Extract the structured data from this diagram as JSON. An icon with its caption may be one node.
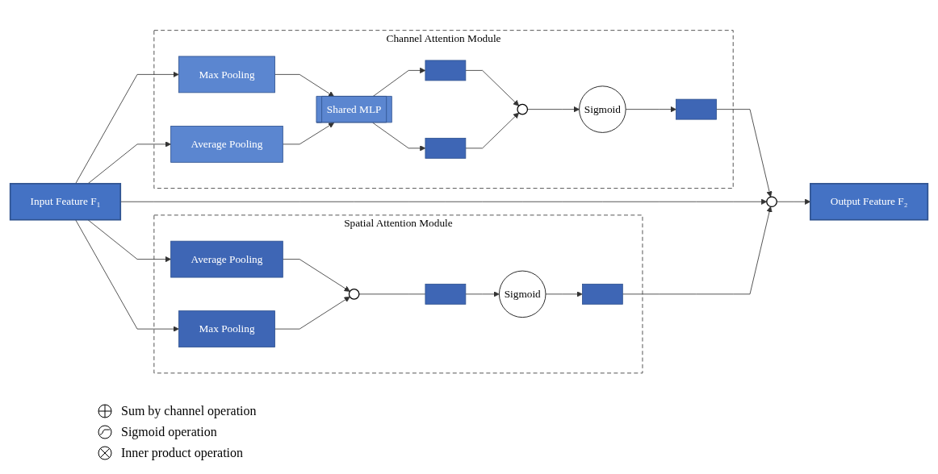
{
  "diagram": {
    "nodes": [
      {
        "text": [
          "Input Feature F₁"
        ]
      },
      {
        "text": [
          "Channel Attention Module"
        ]
      },
      {
        "text": [
          "Max Pooling"
        ],
        "in": 1
      },
      {
        "text": [
          "Average Pooling"
        ],
        "in": 1
      },
      {
        "text": [
          "Shared MLP"
        ],
        "in": 1
      },
      {
        "text": [],
        "shape": "bar",
        "in": 1
      },
      {
        "text": [],
        "shape": "bar",
        "in": 1
      },
      {
        "text": [],
        "shape": "circle",
        "in": 1
      },
      {
        "text": [
          "Sigmoid"
        ],
        "in": 1
      },
      {
        "text": [],
        "shape": "bar",
        "in": 1
      },
      {
        "text": [],
        "shape": "circle"
      },
      {
        "text": [
          "Output Feature F₂"
        ]
      },
      {
        "text": [
          "Spatial Attention Module"
        ]
      },
      {
        "text": [
          "Average Pooling"
        ],
        "in": 12
      },
      {
        "text": [
          "Max Pooling"
        ],
        "in": 12
      },
      {
        "text": [],
        "shape": "circle",
        "in": 12
      },
      {
        "text": [],
        "shape": "bar",
        "in": 12
      },
      {
        "text": [
          "Sigmoid"
        ],
        "in": 12
      },
      {
        "text": [],
        "shape": "bar",
        "in": 12
      }
    ],
    "edges": [
      {
        "from": 0,
        "to": 2,
        "arrow": "to"
      },
      {
        "from": 0,
        "to": 3,
        "arrow": "to"
      },
      {
        "from": 2,
        "to": 4,
        "arrow": "to"
      },
      {
        "from": 3,
        "to": 4,
        "arrow": "to"
      },
      {
        "from": 4,
        "to": 5,
        "arrow": "to"
      },
      {
        "from": 4,
        "to": 6,
        "arrow": "to"
      },
      {
        "from": 5,
        "to": 7,
        "arrow": "to"
      },
      {
        "from": 6,
        "to": 7,
        "arrow": "to"
      },
      {
        "from": 7,
        "to": 8,
        "arrow": "to"
      },
      {
        "from": 8,
        "to": 9,
        "arrow": "to"
      },
      {
        "from": 9,
        "to": 10,
        "arrow": "to"
      },
      {
        "from": 0,
        "to": 10,
        "arrow": "to"
      },
      {
        "from": 10,
        "to": 11,
        "arrow": "to"
      },
      {
        "from": 0,
        "to": 13,
        "arrow": "to"
      },
      {
        "from": 0,
        "to": 14,
        "arrow": "to"
      },
      {
        "from": 13,
        "to": 15,
        "arrow": "to"
      },
      {
        "from": 14,
        "to": 15,
        "arrow": "to"
      },
      {
        "from": 15,
        "to": 16,
        "arrow": "none"
      },
      {
        "from": 16,
        "to": 17,
        "arrow": "to"
      },
      {
        "from": 17,
        "to": 18,
        "arrow": "to"
      },
      {
        "from": 18,
        "to": 10,
        "arrow": "to"
      }
    ],
    "legend": [
      {
        "text": "Sum by channel operation"
      },
      {
        "text": "Sigmoid operation"
      },
      {
        "text": "Inner product operation"
      }
    ]
  }
}
